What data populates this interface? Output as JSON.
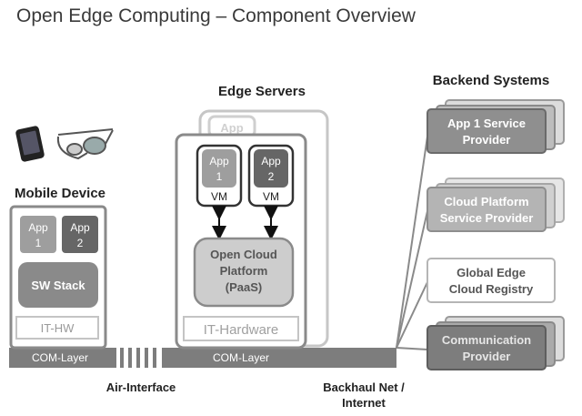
{
  "title": "Open Edge Computing – Component Overview",
  "colors": {
    "dark_box": "#6e6e6e",
    "mid_box": "#9e9e9e",
    "light_box": "#c8c8c8",
    "frame": "#8a8a8a",
    "bar": "#7d7d7d",
    "text": "#222222"
  },
  "mobile": {
    "heading": "Mobile Device",
    "app1": [
      "App",
      "1"
    ],
    "app2": [
      "App",
      "2"
    ],
    "sw_stack": "SW Stack",
    "hw": "IT-HW",
    "com": "COM-Layer"
  },
  "edge": {
    "heading": "Edge Servers",
    "back_app": "App",
    "app1": [
      "App",
      "1",
      "VM"
    ],
    "app2": [
      "App",
      "2",
      "VM"
    ],
    "platform": [
      "Open Cloud",
      "Platform",
      "(PaaS)"
    ],
    "hw": "IT-Hardware",
    "com": "COM-Layer"
  },
  "backend": {
    "heading": "Backend Systems",
    "items": [
      {
        "lines": [
          "App 1 Service",
          "Provider"
        ]
      },
      {
        "lines": [
          "Cloud Platform",
          "Service Provider"
        ]
      },
      {
        "lines": [
          "Global Edge",
          "Cloud Registry"
        ]
      },
      {
        "lines": [
          "Communication",
          "Provider"
        ]
      }
    ]
  },
  "labels": {
    "air": "Air-Interface",
    "backhaul": [
      "Backhaul Net /",
      "Internet"
    ]
  },
  "icons": [
    "smartphone-icon",
    "smart-glasses-icon",
    "bidirectional-arrow-icon"
  ]
}
